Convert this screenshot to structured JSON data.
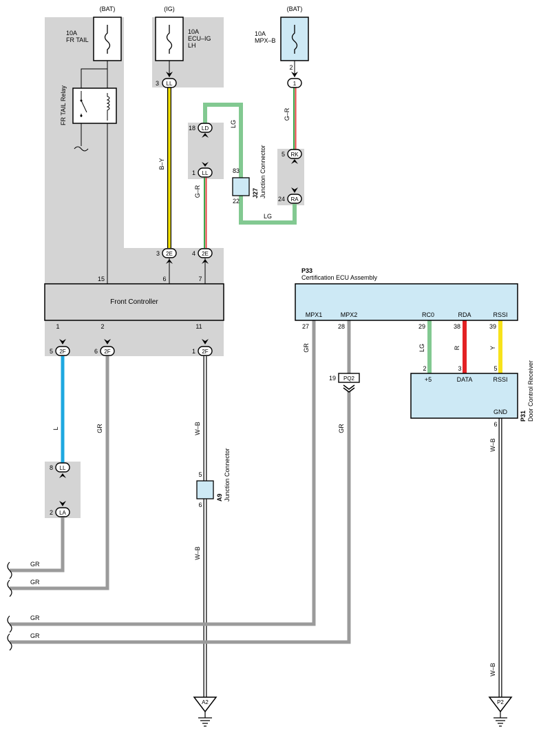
{
  "sources": {
    "bat_left": "(BAT)",
    "ig": "(IG)",
    "bat_right": "(BAT)"
  },
  "fuses": {
    "fr_tail": [
      "10A",
      "FR TAIL"
    ],
    "ecu_ig": [
      "10A",
      "ECU–IG",
      "LH"
    ],
    "mpx_b": [
      "10A",
      "MPX–B"
    ]
  },
  "relay": {
    "label": "FR TAIL Relay"
  },
  "front_controller": {
    "label": "Front Controller"
  },
  "certification_ecu": {
    "code": "P33",
    "name": "Certification ECU Assembly"
  },
  "door_receiver": {
    "code": "P31",
    "name": "Door Control Receiver"
  },
  "junctions": {
    "j27": {
      "code": "J27",
      "name": "Junction Connector",
      "pin_top": "83",
      "pin_bottom": "22"
    },
    "a9": {
      "code": "A9",
      "name": "Junction Connector",
      "pin_top": "5",
      "pin_bottom": "6"
    }
  },
  "connectors": {
    "ll_top": {
      "id": "LL",
      "pin": "3"
    },
    "mpx1": {
      "id": "1",
      "pin": "2"
    },
    "ld": {
      "id": "LD",
      "pin": "18"
    },
    "ll_mid": {
      "id": "LL",
      "pin": "1"
    },
    "rk": {
      "id": "RK",
      "pin": "5"
    },
    "ra": {
      "id": "RA",
      "pin": "24"
    },
    "e2_a": {
      "id": "2E",
      "pin": "3"
    },
    "e2_b": {
      "id": "2E",
      "pin": "4"
    },
    "f2_a": {
      "id": "2F",
      "pin": "5"
    },
    "f2_b": {
      "id": "2F",
      "pin": "6"
    },
    "f2_c": {
      "id": "2F",
      "pin": "1"
    },
    "ll_low": {
      "id": "LL",
      "pin": "8"
    },
    "la": {
      "id": "LA",
      "pin": "2"
    },
    "pq2": {
      "id": "PQ2",
      "pin": "19"
    }
  },
  "fc_pins": {
    "p15": "15",
    "p6": "6",
    "p7": "7",
    "p1": "1",
    "p2": "2",
    "p11": "11"
  },
  "ecu_pins": {
    "mpx1": {
      "name": "MPX1",
      "num": "27"
    },
    "mpx2": {
      "name": "MPX2",
      "num": "28"
    },
    "rc0": {
      "name": "RC0",
      "num": "29"
    },
    "rda": {
      "name": "RDA",
      "num": "38"
    },
    "rssi": {
      "name": "RSSI",
      "num": "39"
    }
  },
  "receiver_pins": {
    "plus5": {
      "name": "+5",
      "num": "2"
    },
    "data": {
      "name": "DATA",
      "num": "3"
    },
    "rssi": {
      "name": "RSSI",
      "num": "5"
    },
    "gnd": {
      "name": "GND",
      "num": "6"
    }
  },
  "wires": {
    "b_y": "B–Y",
    "lg_top": "LG",
    "lg_bottom": "LG",
    "g_r_mid": "G–R",
    "g_r_right": "G–R",
    "l": "L",
    "gr_fc2": "GR",
    "w_b_upper": "W–B",
    "w_b_lower": "W–B",
    "gr_mpx1": "GR",
    "gr_mpx2": "GR",
    "lg_rc0": "LG",
    "r_rda": "R",
    "y_rssi": "Y",
    "w_b_recv_upper": "W–B",
    "w_b_recv_lower": "W–B",
    "gr_out1": "GR",
    "gr_out2": "GR",
    "gr_out3": "GR",
    "gr_out4": "GR"
  },
  "grounds": {
    "a2": "A2",
    "p2": "P2"
  },
  "colors": {
    "shade": "#d4d4d4",
    "box_fill": "#cde9f5",
    "lg": "#82c991",
    "l": "#1ea8e0",
    "r": "#e32124",
    "y": "#f7e21b",
    "gr": "#9b9b9b",
    "b_y": "#f5e300",
    "g_r_green": "#3aa84a",
    "g_r_red": "#e34040"
  }
}
